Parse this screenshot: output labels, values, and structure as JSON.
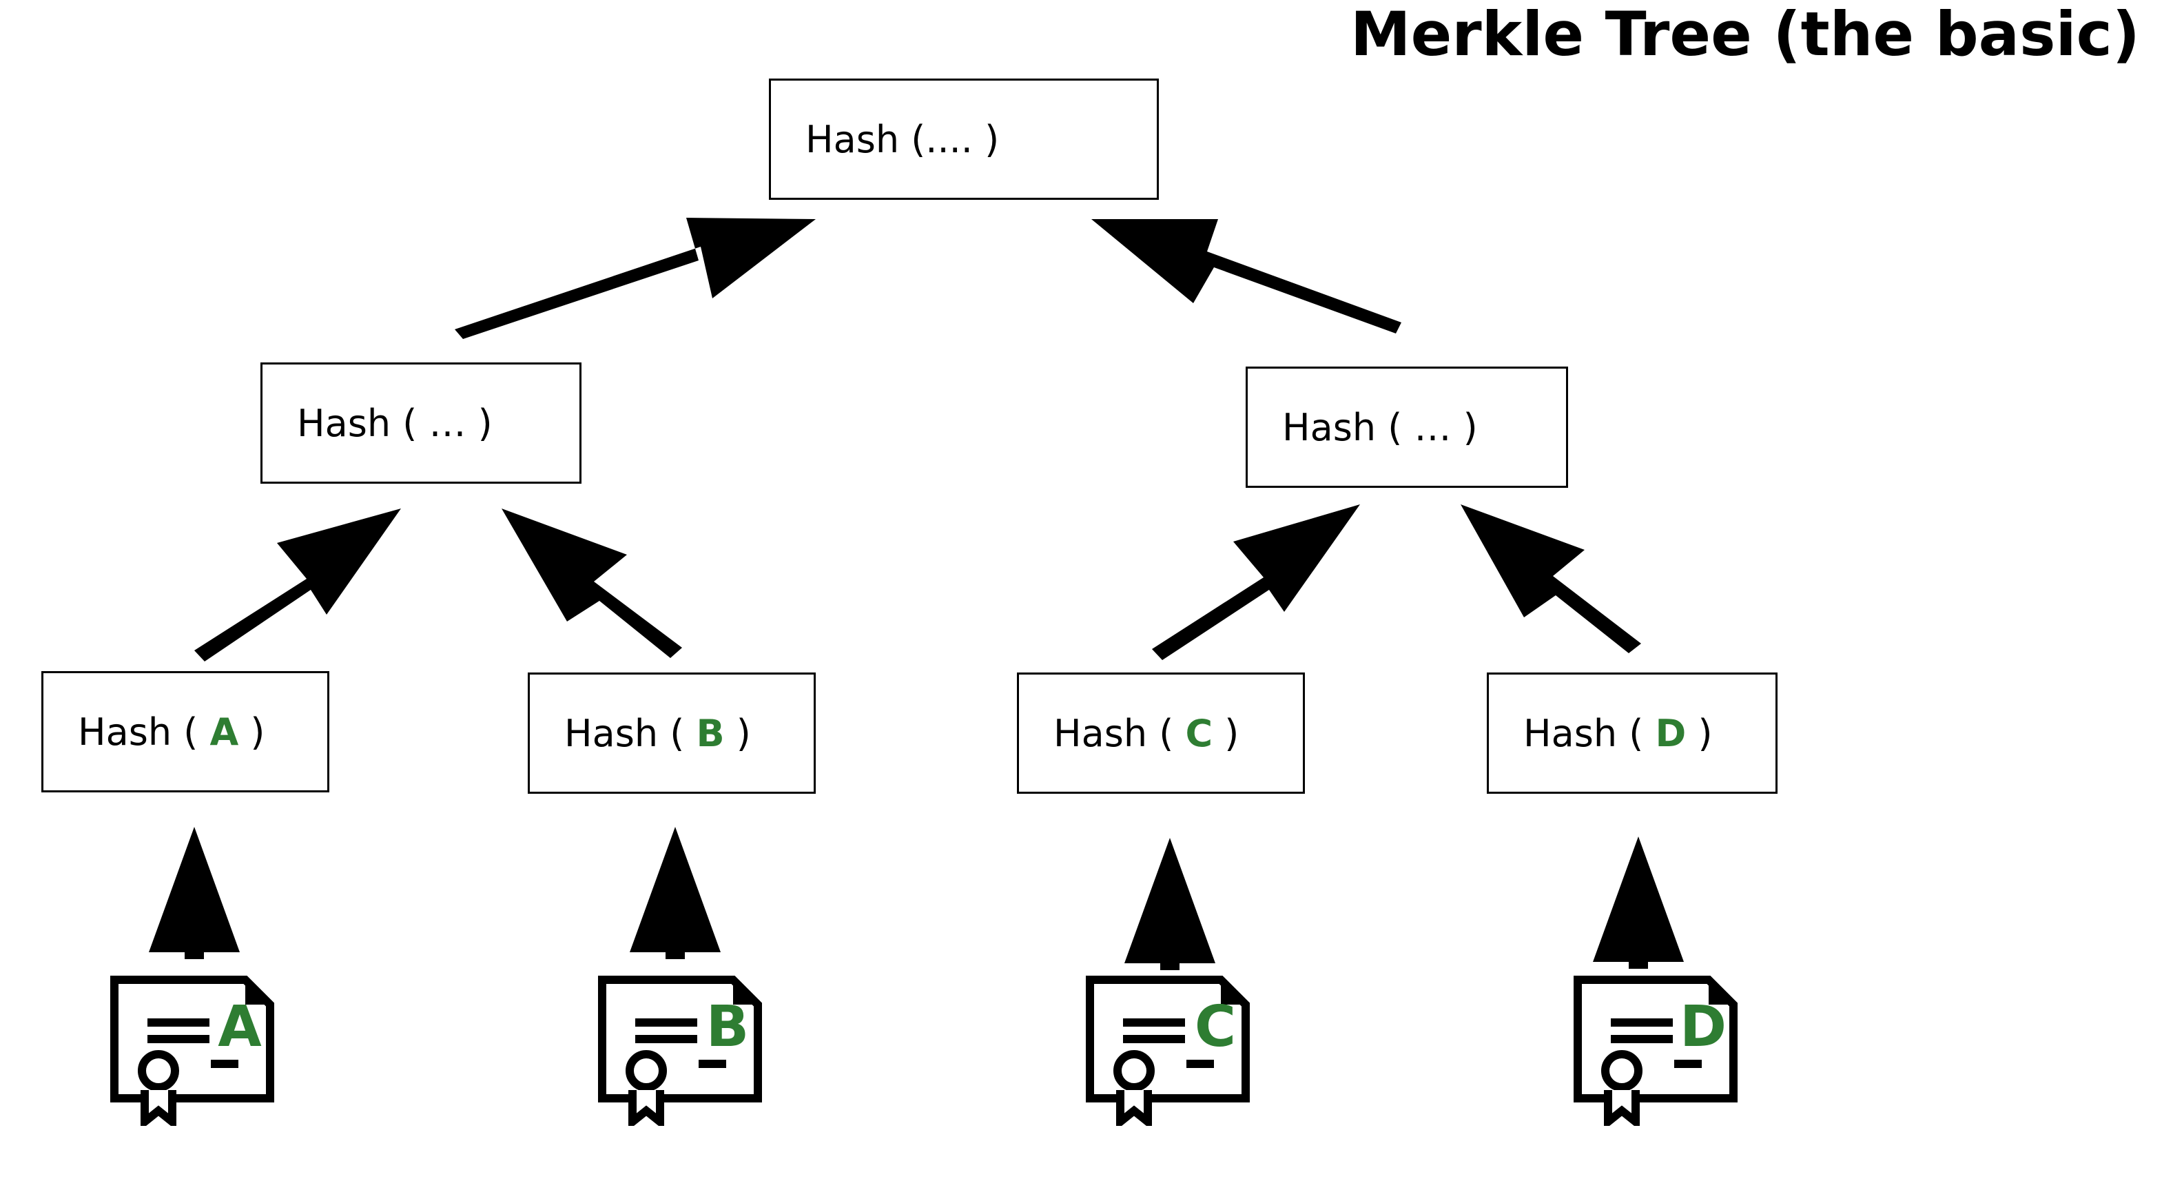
{
  "title": "Merkle Tree (the basic)",
  "accent_color": "#2e7d32",
  "root": {
    "label": "Hash (.... )"
  },
  "level1": [
    {
      "label": "Hash ( … )"
    },
    {
      "label": "Hash ( … )"
    }
  ],
  "leaves": [
    {
      "prefix": "Hash ( ",
      "letter": "A",
      "suffix": " )"
    },
    {
      "prefix": "Hash ( ",
      "letter": "B",
      "suffix": " )"
    },
    {
      "prefix": "Hash ( ",
      "letter": "C",
      "suffix": " )"
    },
    {
      "prefix": "Hash ( ",
      "letter": "D",
      "suffix": " )"
    }
  ],
  "documents": [
    {
      "letter": "A",
      "icon": "certificate-document-icon"
    },
    {
      "letter": "B",
      "icon": "certificate-document-icon"
    },
    {
      "letter": "C",
      "icon": "certificate-document-icon"
    },
    {
      "letter": "D",
      "icon": "certificate-document-icon"
    }
  ]
}
